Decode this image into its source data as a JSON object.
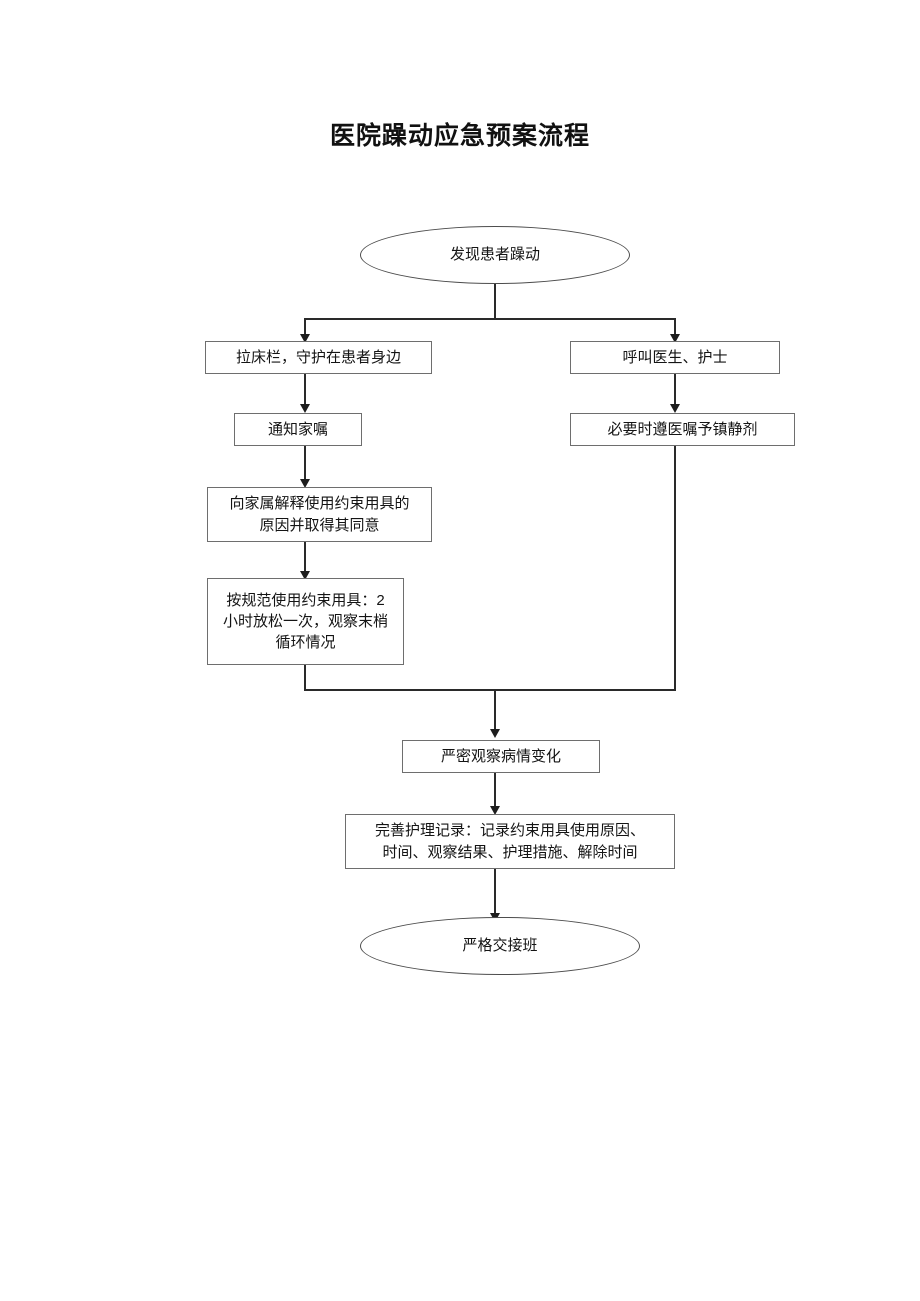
{
  "document": {
    "title": "医院躁动应急预案流程"
  },
  "flowchart": {
    "type": "flowchart",
    "orientation": "top-to-bottom",
    "nodes": [
      {
        "id": "start",
        "shape": "ellipse",
        "label": "发现患者躁动"
      },
      {
        "id": "left1",
        "shape": "rectangle",
        "label": "拉床栏，守护在患者身边"
      },
      {
        "id": "right1",
        "shape": "rectangle",
        "label": "呼叫医生、护士"
      },
      {
        "id": "left2",
        "shape": "rectangle",
        "label": "通知家嘱"
      },
      {
        "id": "right2",
        "shape": "rectangle",
        "label": "必要时遵医嘱予镇静剂"
      },
      {
        "id": "left3",
        "shape": "rectangle",
        "label": "向家属解释使用约束用具的\n原因并取得其同意"
      },
      {
        "id": "left4",
        "shape": "rectangle",
        "label": "按规范使用约束用具：2\n小时放松一次，观察末梢\n循环情况"
      },
      {
        "id": "merge",
        "shape": "rectangle",
        "label": "严密观察病情变化"
      },
      {
        "id": "record",
        "shape": "rectangle",
        "label": "完善护理记录：记录约束用具使用原因、\n时间、观察结果、护理措施、解除时间"
      },
      {
        "id": "end",
        "shape": "ellipse",
        "label": "严格交接班"
      }
    ],
    "edges": [
      {
        "from": "start",
        "to": "left1",
        "style": "split-branch-left"
      },
      {
        "from": "start",
        "to": "right1",
        "style": "split-branch-right"
      },
      {
        "from": "left1",
        "to": "left2",
        "style": "straight"
      },
      {
        "from": "left2",
        "to": "left3",
        "style": "straight"
      },
      {
        "from": "left3",
        "to": "left4",
        "style": "straight"
      },
      {
        "from": "right1",
        "to": "right2",
        "style": "straight"
      },
      {
        "from": "left4",
        "to": "merge",
        "style": "join-from-left"
      },
      {
        "from": "right2",
        "to": "merge",
        "style": "join-from-right"
      },
      {
        "from": "merge",
        "to": "record",
        "style": "straight"
      },
      {
        "from": "record",
        "to": "end",
        "style": "straight"
      }
    ],
    "colors": {
      "line": "#2a2a2a",
      "box_border": "#6e6e6e",
      "ellipse_border": "#4d4d4d",
      "text": "#141414",
      "background": "#ffffff"
    }
  }
}
